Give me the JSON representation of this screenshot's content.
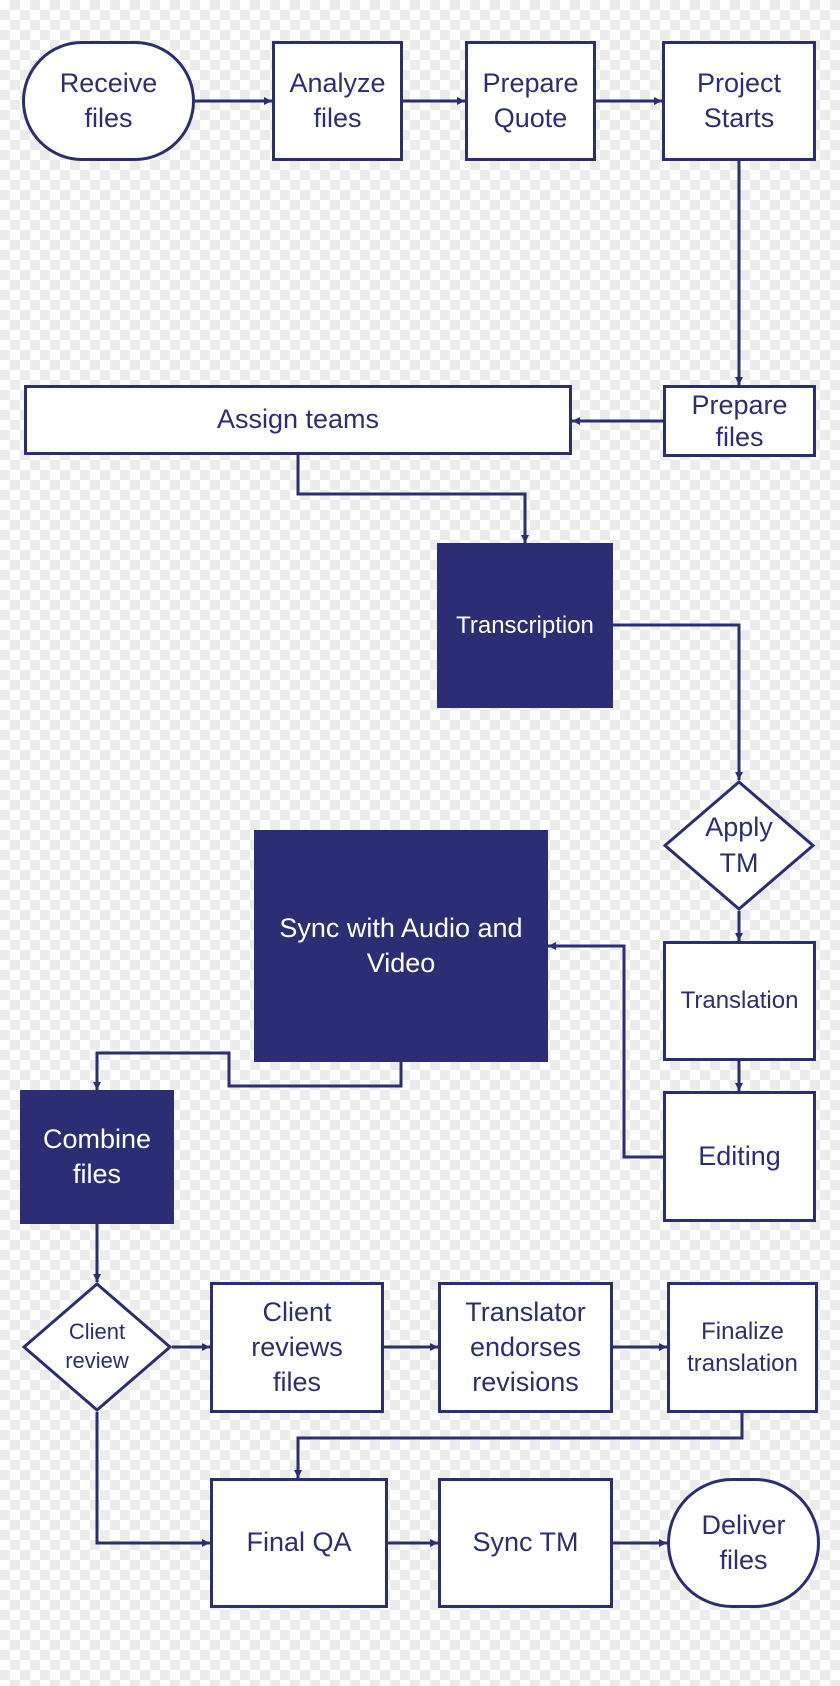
{
  "colors": {
    "primary": "#2b2e75",
    "background": "#ffffff",
    "text_light": "#ffffff"
  },
  "nodes": {
    "receive_files": {
      "label": "Receive\nfiles",
      "shape": "terminal"
    },
    "analyze_files": {
      "label": "Analyze\nfiles",
      "shape": "process"
    },
    "prepare_quote": {
      "label": "Prepare\nQuote",
      "shape": "process"
    },
    "project_starts": {
      "label": "Project\nStarts",
      "shape": "process"
    },
    "prepare_files": {
      "label": "Prepare\nfiles",
      "shape": "process"
    },
    "assign_teams": {
      "label": "Assign teams",
      "shape": "process"
    },
    "transcription": {
      "label": "Transcription",
      "shape": "process-filled"
    },
    "apply_tm": {
      "label": "Apply\nTM",
      "shape": "decision"
    },
    "translation": {
      "label": "Translation",
      "shape": "process"
    },
    "editing": {
      "label": "Editing",
      "shape": "process"
    },
    "sync_audio_video": {
      "label": "Sync with Audio and\nVideo",
      "shape": "process-filled"
    },
    "combine_files": {
      "label": "Combine\nfiles",
      "shape": "process-filled"
    },
    "client_review": {
      "label": "Client\nreview",
      "shape": "decision"
    },
    "client_reviews_files": {
      "label": "Client\nreviews\nfiles",
      "shape": "process"
    },
    "translator_endorses": {
      "label": "Translator\nendorses\nrevisions",
      "shape": "process"
    },
    "finalize_translation": {
      "label": "Finalize\ntranslation",
      "shape": "process"
    },
    "final_qa": {
      "label": "Final QA",
      "shape": "process"
    },
    "sync_tm": {
      "label": "Sync TM",
      "shape": "process"
    },
    "deliver_files": {
      "label": "Deliver\nfiles",
      "shape": "terminal"
    }
  },
  "edges": [
    {
      "from": "receive_files",
      "to": "analyze_files"
    },
    {
      "from": "analyze_files",
      "to": "prepare_quote"
    },
    {
      "from": "prepare_quote",
      "to": "project_starts"
    },
    {
      "from": "project_starts",
      "to": "prepare_files"
    },
    {
      "from": "prepare_files",
      "to": "assign_teams"
    },
    {
      "from": "assign_teams",
      "to": "transcription"
    },
    {
      "from": "transcription",
      "to": "apply_tm"
    },
    {
      "from": "apply_tm",
      "to": "translation"
    },
    {
      "from": "translation",
      "to": "editing"
    },
    {
      "from": "editing",
      "to": "sync_audio_video"
    },
    {
      "from": "sync_audio_video",
      "to": "combine_files"
    },
    {
      "from": "combine_files",
      "to": "client_review"
    },
    {
      "from": "client_review",
      "to": "client_reviews_files"
    },
    {
      "from": "client_review",
      "to": "final_qa"
    },
    {
      "from": "client_reviews_files",
      "to": "translator_endorses"
    },
    {
      "from": "translator_endorses",
      "to": "finalize_translation"
    },
    {
      "from": "finalize_translation",
      "to": "final_qa"
    },
    {
      "from": "final_qa",
      "to": "sync_tm"
    },
    {
      "from": "sync_tm",
      "to": "deliver_files"
    }
  ]
}
